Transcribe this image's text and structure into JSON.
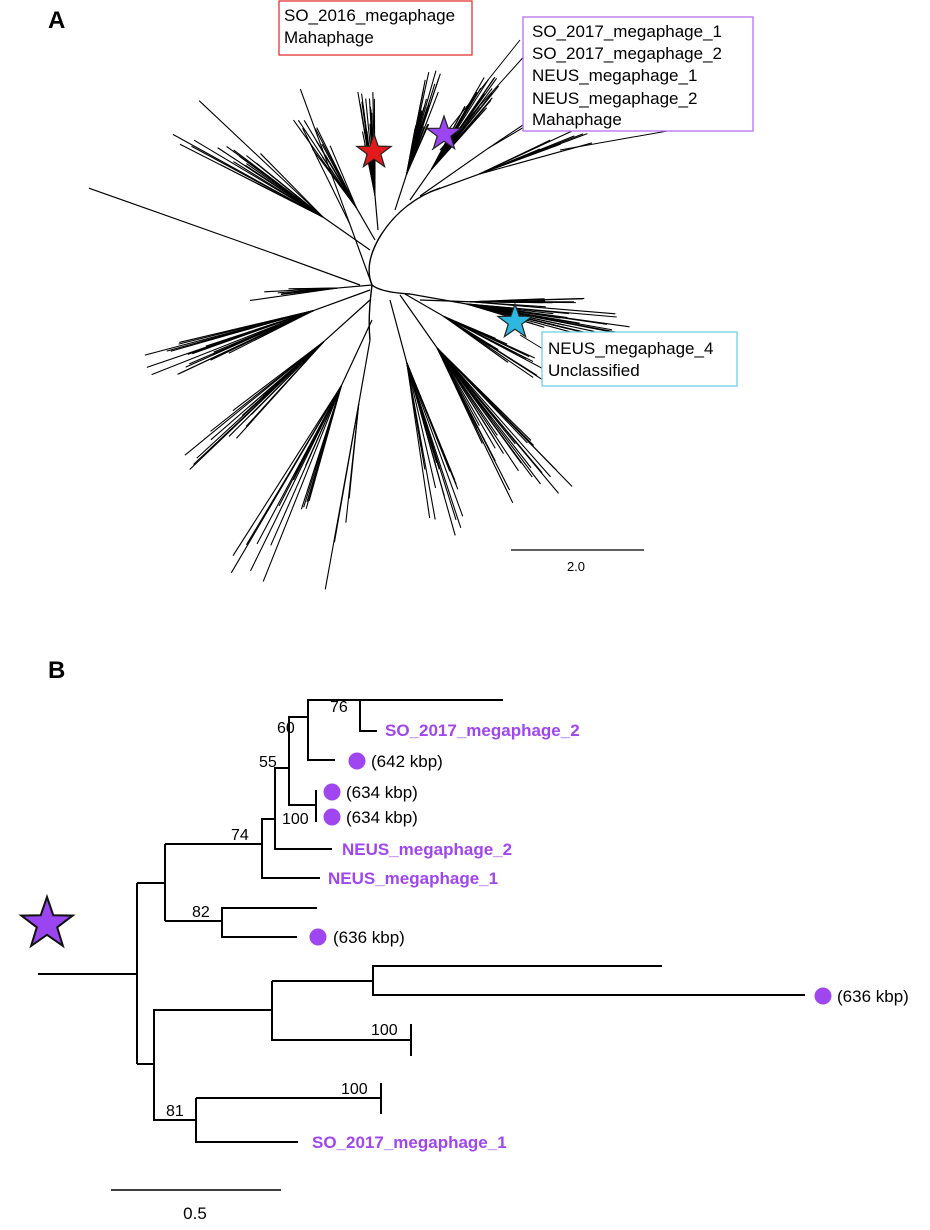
{
  "panel_a": {
    "label": "A",
    "callouts": [
      {
        "id": "red",
        "color": "#e31a1c",
        "border": "#e0322f",
        "lines": [
          "SO_2016_megaphage",
          "Mahaphage"
        ]
      },
      {
        "id": "purple",
        "color": "#9b45f0",
        "border": "#b76ef0",
        "lines": [
          "SO_2017_megaphage_1",
          "SO_2017_megaphage_2",
          "NEUS_megaphage_1",
          "NEUS_megaphage_2",
          "Mahaphage"
        ]
      },
      {
        "id": "blue",
        "color": "#2eb7e0",
        "border": "#6fcfe6",
        "lines": [
          "NEUS_megaphage_4",
          "Unclassified"
        ]
      }
    ],
    "scale_bar": {
      "label": "2.0",
      "value": 2.0
    }
  },
  "panel_b": {
    "label": "B",
    "star_color": "#9b45f0",
    "leaf_color": "#a046f0",
    "dot_color": "#a046f0",
    "support_values": {
      "n76": "76",
      "n60": "60",
      "n55": "55",
      "n100a": "100",
      "n74": "74",
      "n82": "82",
      "n100b": "100",
      "n100c": "100",
      "n81": "81"
    },
    "leaves": {
      "so2017_2": "SO_2017_megaphage_2",
      "kbp642": "(642 kbp)",
      "kbp634a": "(634 kbp)",
      "kbp634b": "(634 kbp)",
      "neus2": "NEUS_megaphage_2",
      "neus1": "NEUS_megaphage_1",
      "kbp636a": "(636 kbp)",
      "kbp636b": "(636 kbp)",
      "so2017_1": "SO_2017_megaphage_1"
    },
    "scale_bar": {
      "label": "0.5",
      "value": 0.5
    }
  }
}
